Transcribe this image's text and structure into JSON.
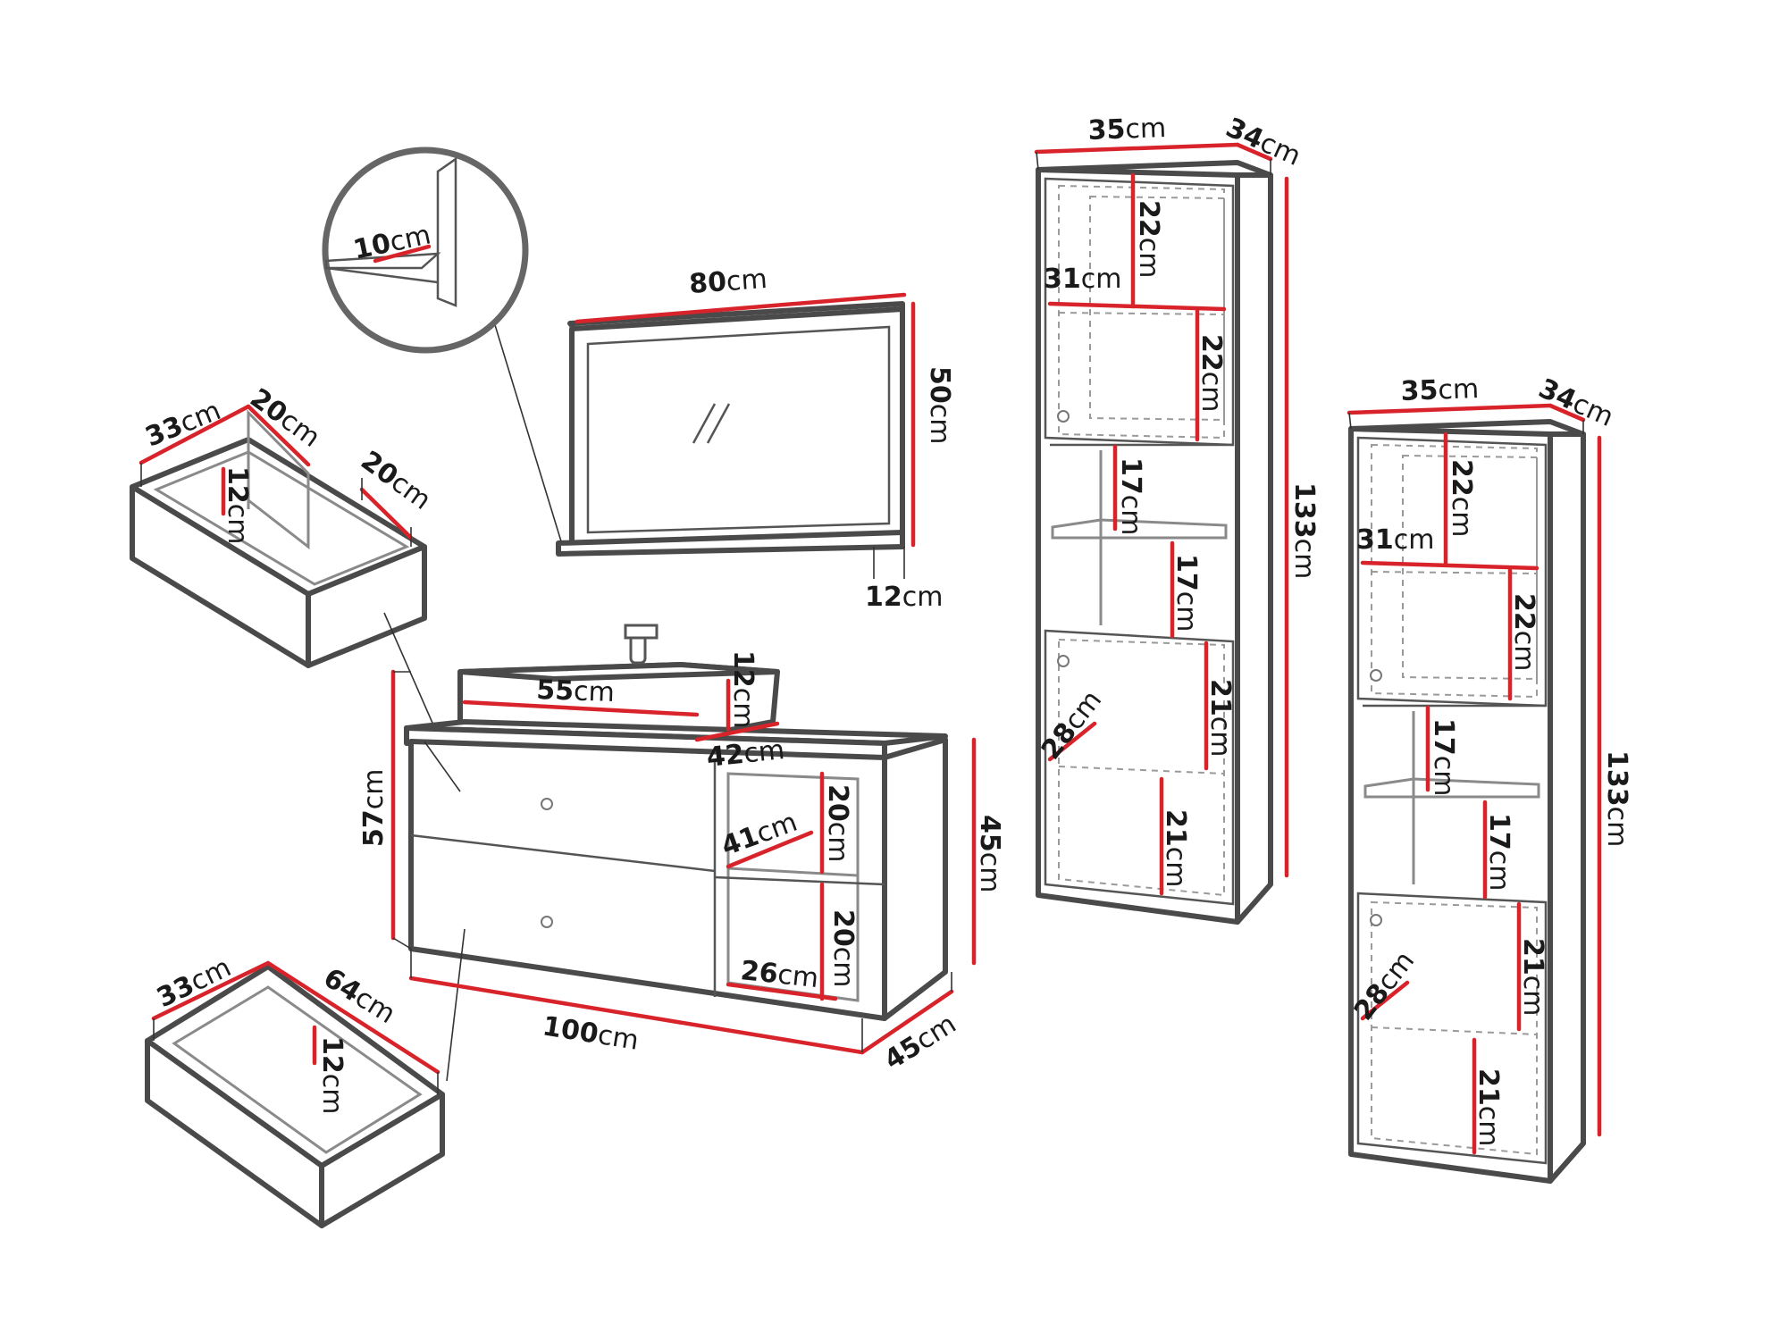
{
  "dimensions": {
    "mirror_width": {
      "num": "80",
      "unit": "cm"
    },
    "mirror_height": {
      "num": "50",
      "unit": "cm"
    },
    "mirror_shelf_depth": {
      "num": "12",
      "unit": "cm"
    },
    "mirror_detail_shelf": {
      "num": "10",
      "unit": "cm"
    },
    "cabinet_width": {
      "num": "100",
      "unit": "cm"
    },
    "cabinet_depth": {
      "num": "45",
      "unit": "cm"
    },
    "cabinet_height_left": {
      "num": "57",
      "unit": "cm"
    },
    "cabinet_height_right": {
      "num": "45",
      "unit": "cm"
    },
    "basin_width": {
      "num": "55",
      "unit": "cm"
    },
    "basin_height": {
      "num": "12",
      "unit": "cm"
    },
    "basin_depth": {
      "num": "42",
      "unit": "cm"
    },
    "open_shelf_top_width": {
      "num": "41",
      "unit": "cm"
    },
    "open_shelf_top_height": {
      "num": "20",
      "unit": "cm"
    },
    "open_shelf_bottom_width": {
      "num": "26",
      "unit": "cm"
    },
    "open_shelf_bottom_height": {
      "num": "20",
      "unit": "cm"
    },
    "top_drawer_depth": {
      "num": "33",
      "unit": "cm"
    },
    "top_drawer_section_a": {
      "num": "20",
      "unit": "cm"
    },
    "top_drawer_section_b": {
      "num": "20",
      "unit": "cm"
    },
    "top_drawer_height": {
      "num": "12",
      "unit": "cm"
    },
    "bottom_drawer_depth": {
      "num": "33",
      "unit": "cm"
    },
    "bottom_drawer_width": {
      "num": "64",
      "unit": "cm"
    },
    "bottom_drawer_height": {
      "num": "12",
      "unit": "cm"
    },
    "tall1_width": {
      "num": "35",
      "unit": "cm"
    },
    "tall1_depth": {
      "num": "34",
      "unit": "cm"
    },
    "tall1_height": {
      "num": "133",
      "unit": "cm"
    },
    "tall1_inner_width": {
      "num": "31",
      "unit": "cm"
    },
    "tall1_shelf_1": {
      "num": "22",
      "unit": "cm"
    },
    "tall1_shelf_2": {
      "num": "22",
      "unit": "cm"
    },
    "tall1_shelf_3": {
      "num": "17",
      "unit": "cm"
    },
    "tall1_shelf_4": {
      "num": "17",
      "unit": "cm"
    },
    "tall1_shelf_5": {
      "num": "21",
      "unit": "cm"
    },
    "tall1_shelf_6": {
      "num": "21",
      "unit": "cm"
    },
    "tall1_inner_depth": {
      "num": "28",
      "unit": "cm"
    },
    "tall2_width": {
      "num": "35",
      "unit": "cm"
    },
    "tall2_depth": {
      "num": "34",
      "unit": "cm"
    },
    "tall2_height": {
      "num": "133",
      "unit": "cm"
    },
    "tall2_inner_width": {
      "num": "31",
      "unit": "cm"
    },
    "tall2_shelf_1": {
      "num": "22",
      "unit": "cm"
    },
    "tall2_shelf_2": {
      "num": "22",
      "unit": "cm"
    },
    "tall2_shelf_3": {
      "num": "17",
      "unit": "cm"
    },
    "tall2_shelf_4": {
      "num": "17",
      "unit": "cm"
    },
    "tall2_shelf_5": {
      "num": "21",
      "unit": "cm"
    },
    "tall2_shelf_6": {
      "num": "21",
      "unit": "cm"
    },
    "tall2_inner_depth": {
      "num": "28",
      "unit": "cm"
    }
  },
  "colors": {
    "outline": "#4a4a4a",
    "dimension_line": "#d8232a",
    "text": "#1a1a1a",
    "background": "#ffffff"
  }
}
